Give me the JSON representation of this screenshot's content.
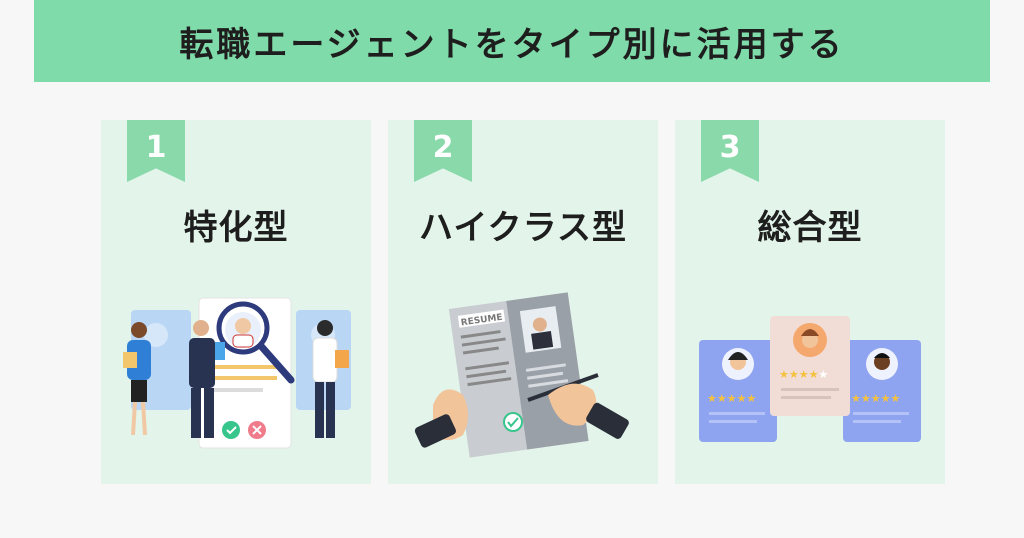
{
  "header": {
    "title": "転職エージェントをタイプ別に活用する"
  },
  "cards": [
    {
      "number": "1",
      "label": "特化型",
      "illustration": "consultants-search-illustration"
    },
    {
      "number": "2",
      "label": "ハイクラス型",
      "illustration": "resume-signing-illustration",
      "resume_text": "RESUME"
    },
    {
      "number": "3",
      "label": "総合型",
      "illustration": "candidate-profiles-illustration"
    }
  ],
  "colors": {
    "banner": "#7fdcaa",
    "card_bg": "#e3f5ea",
    "tag": "#8ad9ab",
    "text": "#1e1e1e"
  }
}
